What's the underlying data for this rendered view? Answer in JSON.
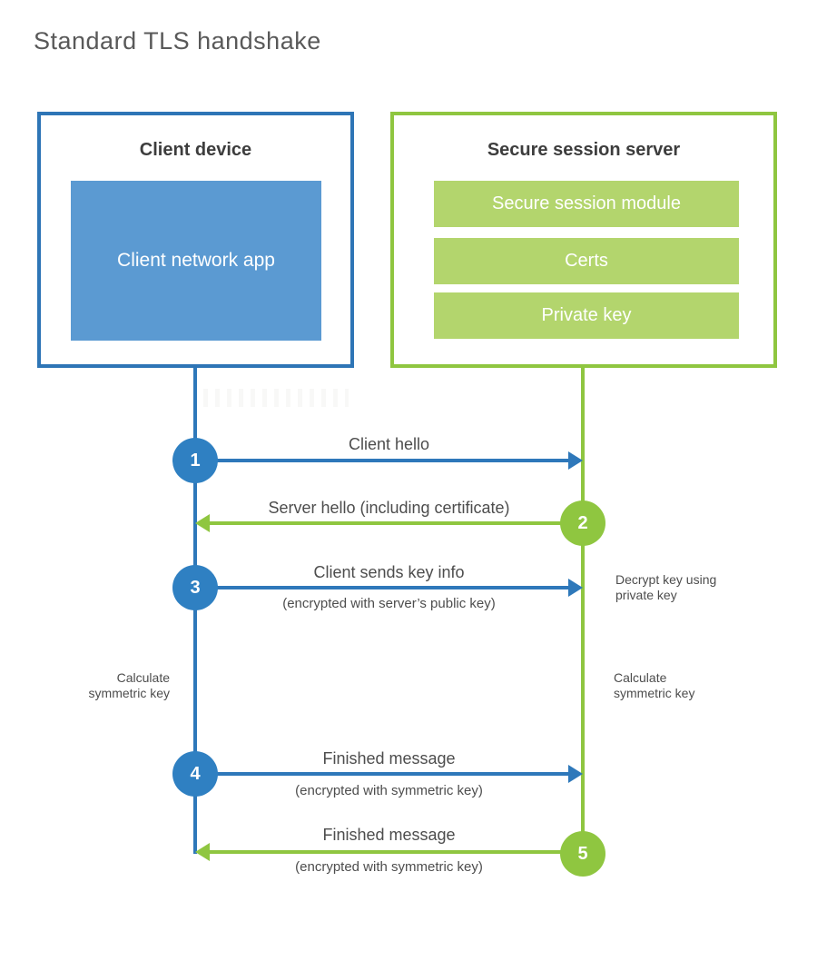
{
  "title": "Standard TLS handshake",
  "colors": {
    "client_blue_border": "#2e75b6",
    "client_blue_fill": "#5b9ad2",
    "accent_blue": "#2f80c2",
    "server_green_border": "#8fc640",
    "server_green_fill": "#b3d56d",
    "heading_text": "#3d3d3d",
    "label_text": "#4d4d4d"
  },
  "client": {
    "header": "Client device",
    "app_label": "Client network app"
  },
  "server": {
    "header": "Secure session server",
    "modules": [
      "Secure session module",
      "Certs",
      "Private key"
    ]
  },
  "steps": [
    {
      "num": "1",
      "direction": "right",
      "actor": "client",
      "label": "Client hello",
      "sublabel": ""
    },
    {
      "num": "2",
      "direction": "left",
      "actor": "server",
      "label": "Server hello (including certificate)",
      "sublabel": ""
    },
    {
      "num": "3",
      "direction": "right",
      "actor": "client",
      "label": "Client sends key info",
      "sublabel": "(encrypted with server’s public key)"
    },
    {
      "num": "4",
      "direction": "right",
      "actor": "client",
      "label": "Finished message",
      "sublabel": "(encrypted with symmetric key)"
    },
    {
      "num": "5",
      "direction": "left",
      "actor": "server",
      "label": "Finished message",
      "sublabel": "(encrypted with symmetric key)"
    }
  ],
  "annotations": {
    "decrypt": "Decrypt key using private key",
    "calculate_left": "Calculate symmetric key",
    "calculate_right": "Calculate symmetric key"
  }
}
